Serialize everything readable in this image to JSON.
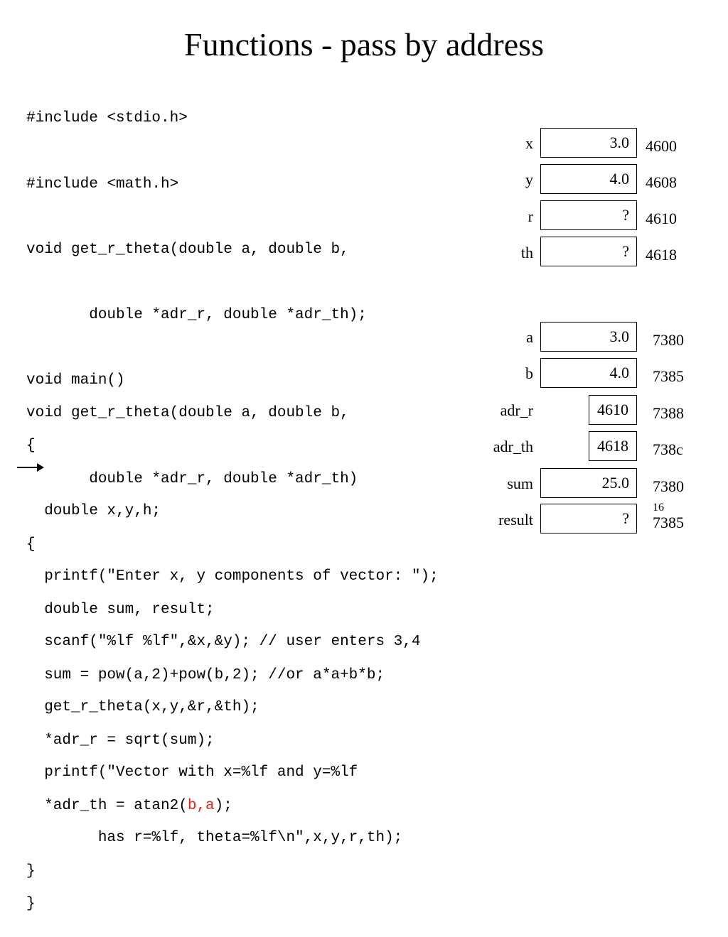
{
  "title": "Functions - pass by address",
  "code_main": [
    "#include <stdio.h>",
    "#include <math.h>",
    "void get_r_theta(double a, double b,",
    "       double *adr_r, double *adr_th);",
    "void main()",
    "{",
    "  double x,y,h;",
    "  printf(\"Enter x, y components of vector: \");",
    "  scanf(\"%lf %lf\",&x,&y); // user enters 3,4",
    "  get_r_theta(x,y,&r,&th);",
    "  printf(\"Vector with x=%lf and y=%lf",
    "        has r=%lf, theta=%lf\\n\",x,y,r,th);",
    "}"
  ],
  "code_func": [
    "void get_r_theta(double a, double b,",
    "       double *adr_r, double *adr_th)",
    "{",
    "  double sum, result;",
    "  sum = pow(a,2)+pow(b,2); //or a*a+b*b;",
    "  *adr_r = sqrt(sum);"
  ],
  "code_func_last_prefix": "  *adr_th = atan2(",
  "code_func_last_red": "b,a",
  "code_func_last_suffix": ");",
  "code_func_close": "}",
  "highlight_color": "#e8231a",
  "memory_main": [
    {
      "name": "x",
      "value": "3.0",
      "address": "4600"
    },
    {
      "name": "y",
      "value": "4.0",
      "address": "4608"
    },
    {
      "name": "r",
      "value": "?",
      "address": "4610"
    },
    {
      "name": "th",
      "value": "?",
      "address": "4618"
    }
  ],
  "memory_func": [
    {
      "name": "a",
      "value": "3.0",
      "address": "7380"
    },
    {
      "name": "b",
      "value": "4.0",
      "address": "7385"
    },
    {
      "name": "adr_r",
      "value": "4610",
      "address": "7388"
    },
    {
      "name": "adr_th",
      "value": "4618",
      "address": "738c"
    },
    {
      "name": "sum",
      "value": "25.0",
      "address": "7380"
    },
    {
      "name": "result",
      "value": "?",
      "address": "7385"
    }
  ],
  "page_number": "16"
}
